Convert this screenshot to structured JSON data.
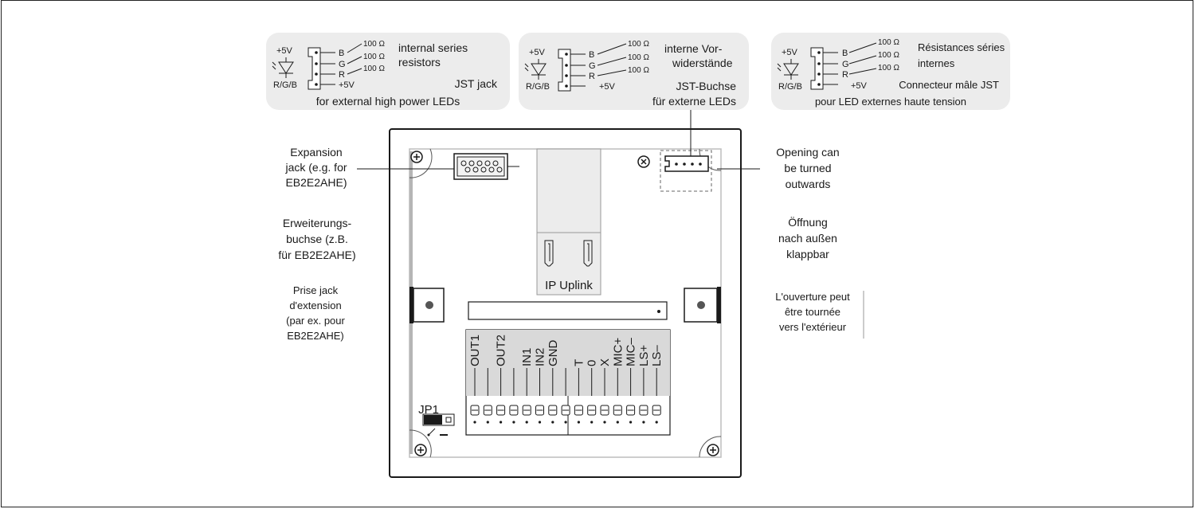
{
  "boxes": [
    {
      "lang": "en",
      "vplus": "+5V",
      "rgb": "R/G/B",
      "pins": [
        "B",
        "G",
        "R",
        "+5V"
      ],
      "ohm": [
        "100 Ω",
        "100 Ω",
        "100 Ω"
      ],
      "resistor_line1": "internal series",
      "resistor_line2": "resistors",
      "jack_line1": "JST jack",
      "jack_line2": "for external high power LEDs"
    },
    {
      "lang": "de",
      "vplus": "+5V",
      "rgb": "R/G/B",
      "pins": [
        "B",
        "G",
        "R",
        "+5V"
      ],
      "ohm": [
        "100 Ω",
        "100 Ω",
        "100 Ω"
      ],
      "resistor_line1": "interne Vor-",
      "resistor_line2": "widerstände",
      "jack_line1": "JST-Buchse",
      "jack_line2": "für externe LEDs"
    },
    {
      "lang": "fr",
      "vplus": "+5V",
      "rgb": "R/G/B",
      "pins": [
        "B",
        "G",
        "R",
        "+5V"
      ],
      "ohm": [
        "100 Ω",
        "100 Ω",
        "100 Ω"
      ],
      "resistor_line1": "Résistances séries",
      "resistor_line2": "internes",
      "jack_line1": "Connecteur mâle JST",
      "jack_line2": "pour LED externes haute tension"
    }
  ],
  "left_labels": {
    "en": [
      "Expansion",
      "jack (e.g. for",
      "EB2E2AHE)"
    ],
    "de": [
      "Erweiterungs-",
      "buchse (z.B.",
      "für EB2E2AHE)"
    ],
    "fr": [
      "Prise jack",
      "d'extension",
      "(par ex. pour",
      "EB2E2AHE)"
    ]
  },
  "right_labels": {
    "en": [
      "Opening can",
      "be turned",
      "outwards"
    ],
    "de": [
      "Öffnung",
      "nach außen",
      "klappbar"
    ],
    "fr": [
      "L'ouverture peut",
      "être tournée",
      "vers l'extérieur"
    ]
  },
  "device": {
    "uplink": "IP Uplink",
    "jumper": "JP1",
    "terminals": [
      "OUT1",
      "",
      "OUT2",
      "",
      "IN1",
      "IN2",
      "GND",
      "",
      "T",
      "0",
      "X",
      "MIC+",
      "MIC–",
      "LS+",
      "LS–"
    ]
  },
  "colors": {
    "box_fill": "#ececec",
    "terminal_fill": "#d9d9d9",
    "line": "#1a1a1a"
  }
}
